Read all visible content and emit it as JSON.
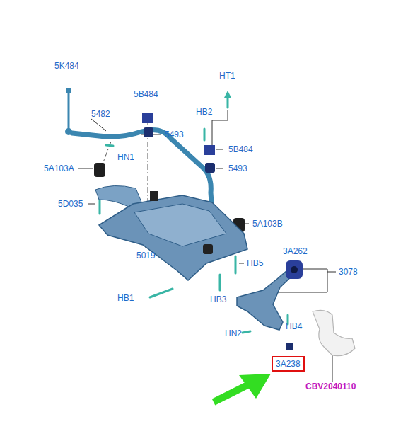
{
  "diagram": {
    "nodes": [
      {
        "text": [
          "3A238"
        ]
      }
    ],
    "labels": [
      "5K484",
      "5482",
      "HN1",
      "5B484",
      "5493",
      "HB2",
      "HT1",
      "5B484",
      "5493",
      "5A103A",
      "5D035",
      "5019",
      "5A103B",
      "HB5",
      "3A262",
      "3078",
      "HB1",
      "HB3",
      "HN2",
      "HB4",
      "CBV2040110"
    ]
  }
}
